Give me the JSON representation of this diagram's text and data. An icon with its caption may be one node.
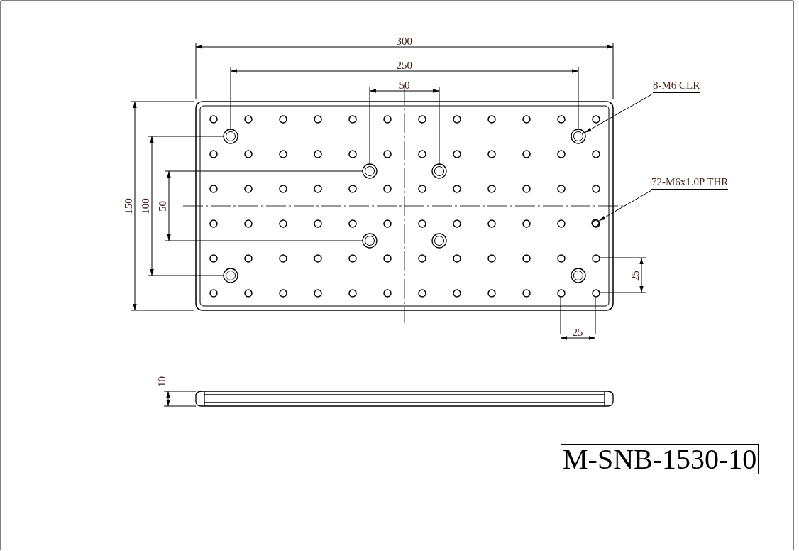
{
  "diagram": {
    "nodes": [
      {
        "text": [
          "8-M6 CLR"
        ]
      },
      {
        "text": [],
        "shape": "circle"
      },
      {
        "text": [
          "72-M6x1.0P THR"
        ]
      },
      {
        "text": [],
        "shape": "circle"
      }
    ],
    "edges": [
      {
        "from": 0,
        "to": 1,
        "arrow": "to"
      },
      {
        "from": 2,
        "to": 3,
        "arrow": "to"
      }
    ],
    "labels": [
      "300",
      "250",
      "50",
      "150",
      "100",
      "50",
      "25",
      "25",
      "10",
      "M-SNB-1530-10"
    ]
  }
}
